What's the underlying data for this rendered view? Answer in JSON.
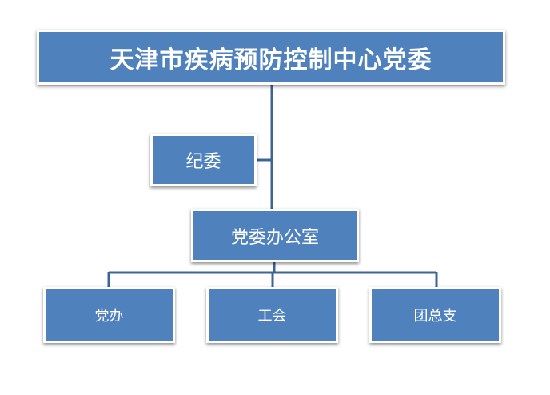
{
  "org_chart": {
    "root": "天津市疾病预防控制中心党委",
    "discipline_committee": "纪委",
    "party_office": "党委办公室",
    "departments": [
      "党办",
      "工会",
      "团总支"
    ]
  },
  "colors": {
    "box_fill": "#4f81bd",
    "box_text": "#ffffff",
    "connector": "#3c6494"
  }
}
